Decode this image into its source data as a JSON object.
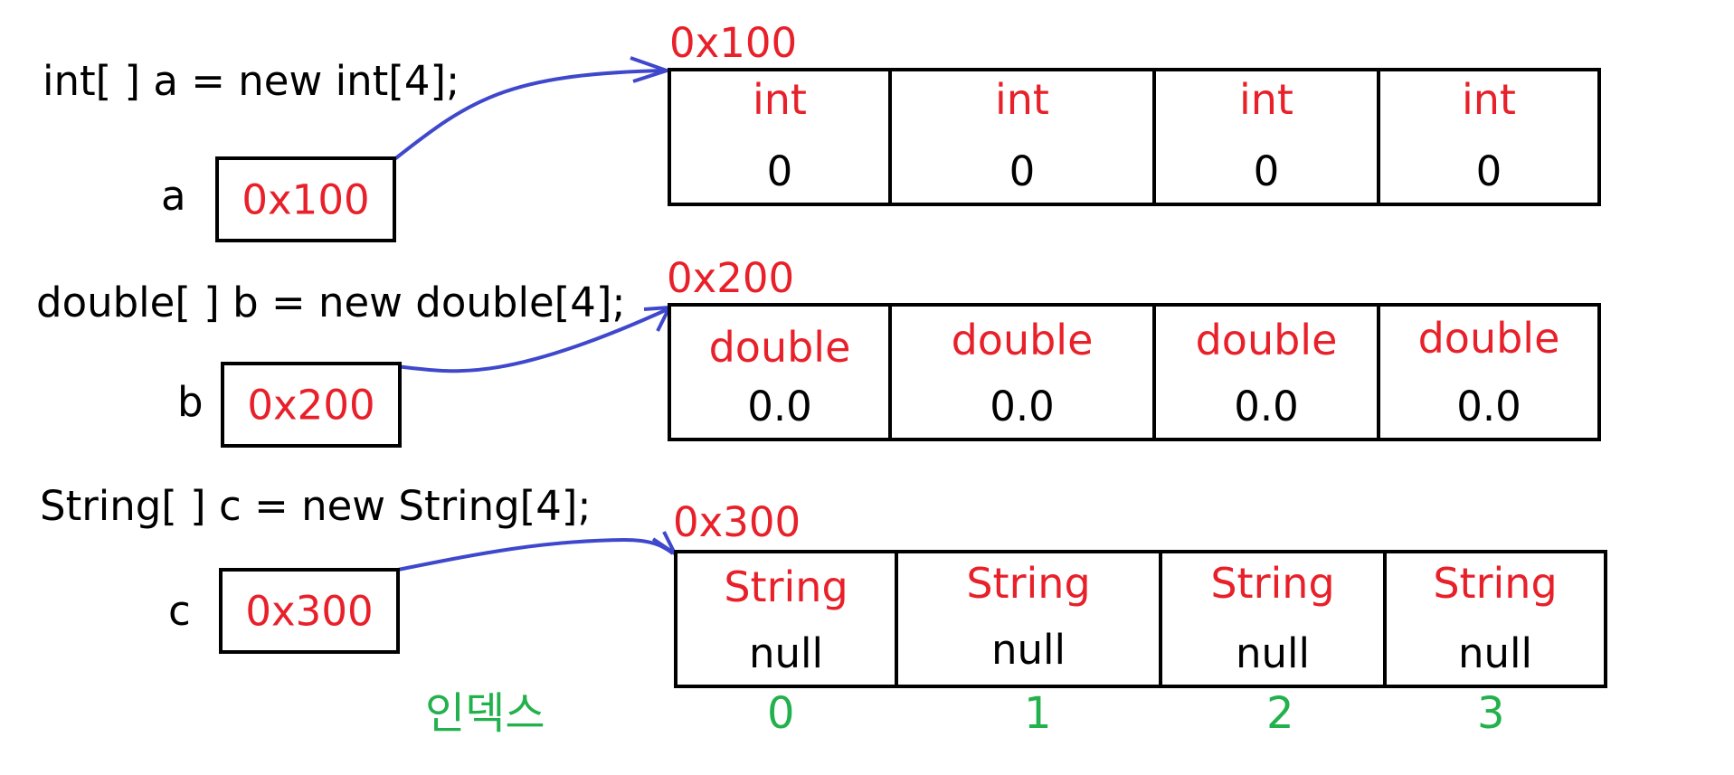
{
  "colors": {
    "address": "#e8202a",
    "type_label": "#e8202a",
    "index": "#22b14c",
    "arrow": "#3f48cc",
    "text": "#000000"
  },
  "declarations": [
    {
      "code": "int[ ] a = new int[4];",
      "var_name": "a",
      "ref_value": "0x100",
      "array_address": "0x100",
      "cells": [
        {
          "type": "int",
          "value": "0"
        },
        {
          "type": "int",
          "value": "0"
        },
        {
          "type": "int",
          "value": "0"
        },
        {
          "type": "int",
          "value": "0"
        }
      ]
    },
    {
      "code": "double[ ] b = new double[4];",
      "var_name": "b",
      "ref_value": "0x200",
      "array_address": "0x200",
      "cells": [
        {
          "type": "double",
          "value": "0.0"
        },
        {
          "type": "double",
          "value": "0.0"
        },
        {
          "type": "double",
          "value": "0.0"
        },
        {
          "type": "double",
          "value": "0.0"
        }
      ]
    },
    {
      "code": "String[ ] c = new String[4];",
      "var_name": "c",
      "ref_value": "0x300",
      "array_address": "0x300",
      "cells": [
        {
          "type": "String",
          "value": "null"
        },
        {
          "type": "String",
          "value": "null"
        },
        {
          "type": "String",
          "value": "null"
        },
        {
          "type": "String",
          "value": "null"
        }
      ]
    }
  ],
  "index_row": {
    "label": "인덱스",
    "indices": [
      "0",
      "1",
      "2",
      "3"
    ]
  }
}
